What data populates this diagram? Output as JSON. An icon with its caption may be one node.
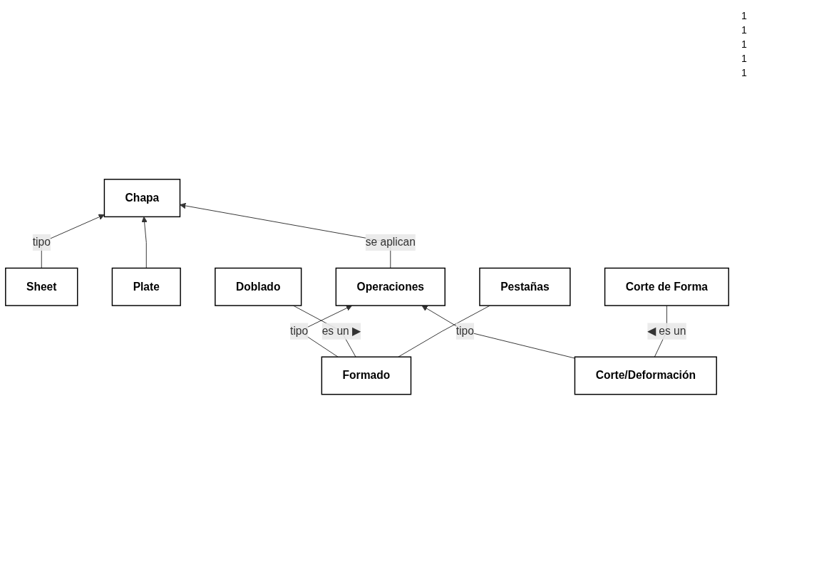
{
  "diagram": {
    "nodes": [
      {
        "text": [
          "Sheet"
        ]
      },
      {
        "text": [
          "Chapa"
        ]
      },
      {
        "text": [
          "Plate"
        ]
      },
      {
        "text": [
          "Operaciones"
        ]
      },
      {
        "text": [
          "Formado"
        ]
      },
      {
        "text": [
          "Corte/Deformación"
        ]
      },
      {
        "text": [
          "Doblado"
        ]
      },
      {
        "text": [
          "Corte de Forma"
        ]
      },
      {
        "text": [
          "Pestañas"
        ]
      }
    ],
    "edges": [
      {
        "from": 0,
        "to": 1,
        "arrow": "to",
        "label": "tipo"
      },
      {
        "from": 2,
        "to": 1,
        "arrow": "to"
      },
      {
        "from": 3,
        "to": 1,
        "arrow": "to",
        "label": "se aplican"
      },
      {
        "from": 4,
        "to": 3,
        "arrow": "to",
        "label": "tipo"
      },
      {
        "from": 5,
        "to": 3,
        "arrow": "to",
        "label": "tipo"
      },
      {
        "from": 4,
        "to": 6,
        "arrow": "none",
        "label": "es un ▶"
      },
      {
        "from": 4,
        "to": 8,
        "arrow": "none"
      },
      {
        "from": 5,
        "to": 7,
        "arrow": "none",
        "label": "◀ es un"
      }
    ],
    "labels": [
      "1",
      "1",
      "1",
      "1",
      "1"
    ]
  }
}
